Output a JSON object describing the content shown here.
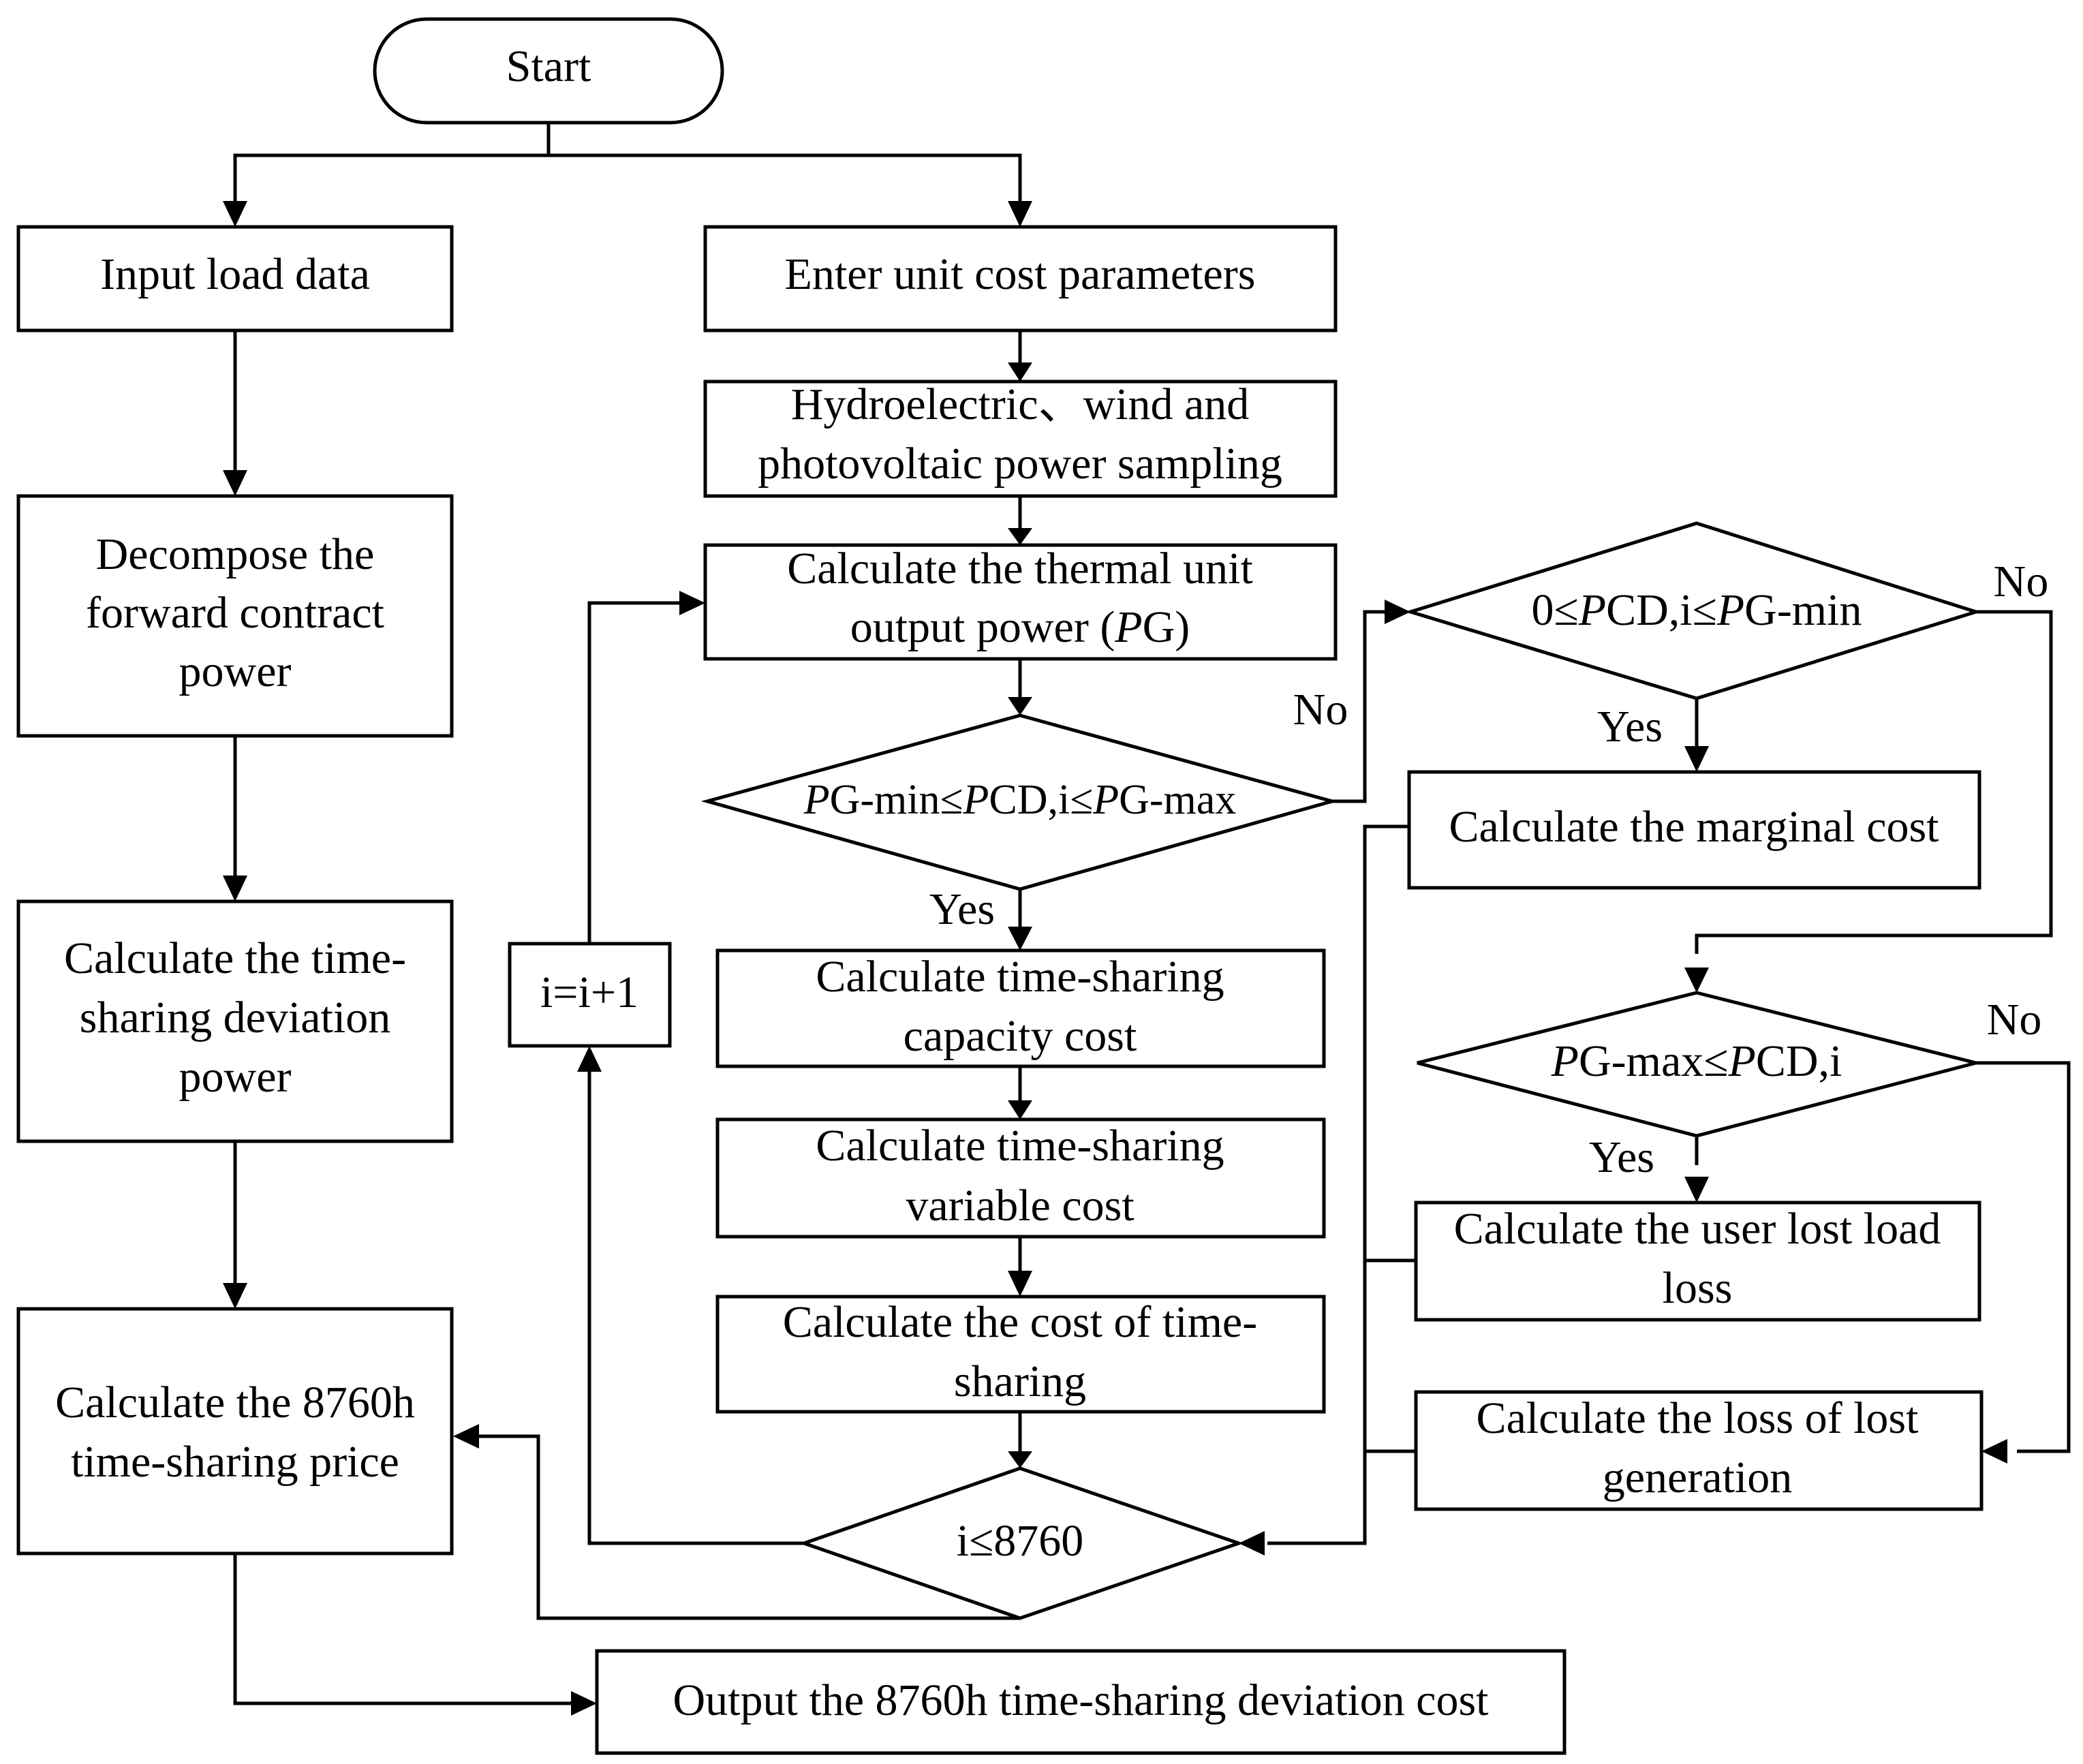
{
  "nodes": {
    "start": "Start",
    "input_load": "Input load data",
    "decompose": [
      "Decompose the",
      "forward contract",
      "power"
    ],
    "calc_deviation_power": [
      "Calculate the time-",
      "sharing deviation",
      "power"
    ],
    "calc_8760h_price": [
      "Calculate the 8760h",
      "time-sharing  price"
    ],
    "enter_unit_cost": "Enter unit cost parameters",
    "sampling": [
      "Hydroelectric、wind and",
      "photovoltaic power sampling"
    ],
    "thermal_output": {
      "line1": "Calculate the thermal unit",
      "line2_prefix": "output power (",
      "line2_var": "P",
      "line2_suffix": "G)"
    },
    "decision_range": {
      "v1": "P",
      "t1": "G-min≤",
      "v2": "P",
      "t2": "CD,i≤",
      "v3": "P",
      "t3": "G-max"
    },
    "capacity_cost": [
      "Calculate time-sharing",
      "capacity cost"
    ],
    "variable_cost": [
      "Calculate time-sharing",
      "variable cost"
    ],
    "timesharing_cost": [
      "Calculate the cost of time-",
      "sharing"
    ],
    "decision_i": "i≤8760",
    "increment": "i=i+1",
    "decision_low": {
      "t0": "0≤",
      "v1": "P",
      "t1": "CD,i≤",
      "v2": "P",
      "t2": "G-min"
    },
    "marginal_cost": "Calculate the marginal cost",
    "decision_high": {
      "v1": "P",
      "t1": "G-max≤",
      "v2": "P",
      "t2": "CD,i"
    },
    "user_lost_load": [
      "Calculate the user lost load",
      "loss"
    ],
    "lost_generation": [
      "Calculate the loss of lost",
      "generation"
    ],
    "output_cost": "Output the 8760h time-sharing deviation cost"
  },
  "edge_labels": {
    "range_no": "No",
    "range_yes": "Yes",
    "low_no": "No",
    "low_yes": "Yes",
    "high_no": "No",
    "high_yes": "Yes"
  }
}
